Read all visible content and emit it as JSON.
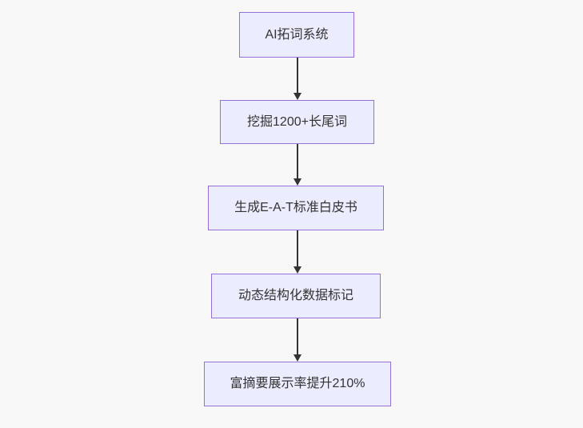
{
  "diagram": {
    "type": "flowchart",
    "direction": "top-down",
    "nodes": [
      {
        "id": "A",
        "label": "AI拓词系统"
      },
      {
        "id": "B",
        "label": "挖掘1200+长尾词"
      },
      {
        "id": "C",
        "label": "生成E-A-T标准白皮书"
      },
      {
        "id": "D",
        "label": "动态结构化数据标记"
      },
      {
        "id": "E",
        "label": "富摘要展示率提升210%"
      }
    ],
    "edges": [
      {
        "from": "A",
        "to": "B"
      },
      {
        "from": "B",
        "to": "C"
      },
      {
        "from": "C",
        "to": "D"
      },
      {
        "from": "D",
        "to": "E"
      }
    ],
    "colors": {
      "background": "#f8f8f8",
      "node_fill": "#ECECFF",
      "node_border": "#9370DB",
      "node_text": "#333333",
      "arrow": "#333333"
    }
  }
}
